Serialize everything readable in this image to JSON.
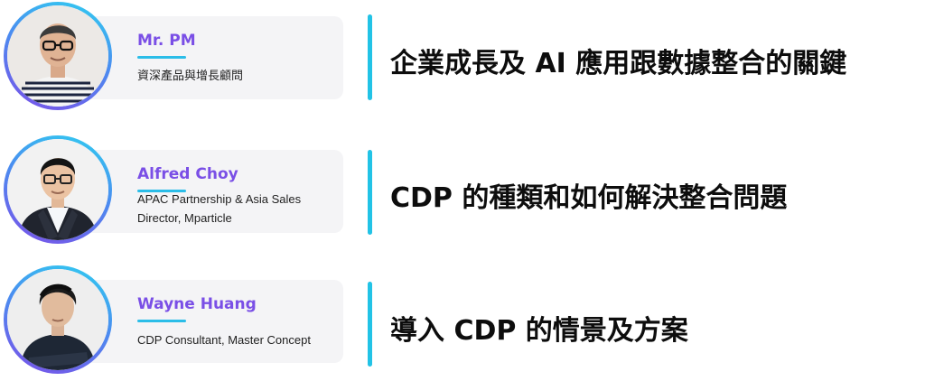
{
  "speakers": [
    {
      "name": "Mr. PM",
      "role_lines": [
        "資深產品與增長顧問"
      ],
      "topic": "企業成長及 AI 應用跟數據整合的關鍵",
      "avatar_icon": "person-glasses-striped-shirt-photo"
    },
    {
      "name": "Alfred Choy",
      "role_lines": [
        "APAC Partnership & Asia Sales",
        "Director, Mparticle"
      ],
      "topic": "CDP 的種類和如何解決整合問題",
      "avatar_icon": "person-suit-glasses-photo"
    },
    {
      "name": "Wayne Huang",
      "role_lines": [
        "CDP Consultant, Master Concept"
      ],
      "topic": "導入 CDP 的情景及方案",
      "avatar_icon": "person-black-shirt-photo"
    }
  ],
  "colors": {
    "name": "#7a4fe6",
    "accent_cyan": "#22c3e6",
    "card_bg": "#f4f4f6",
    "ring_start": "#2fd0f0",
    "ring_end": "#7b4fe8"
  }
}
